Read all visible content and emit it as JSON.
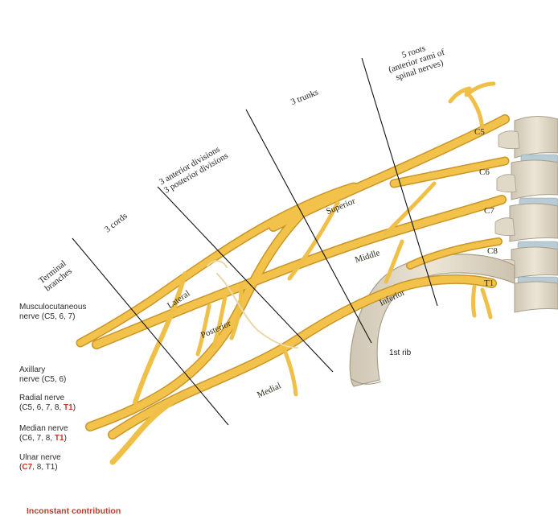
{
  "colors": {
    "nerve": "#f2c24a",
    "nerve_dark": "#c9962a",
    "bone": "#e4dccd",
    "bone_dark": "#b4a994",
    "disc": "#b9cbd4",
    "red": "#c0392b"
  },
  "sections": {
    "terminal": "Terminal branches",
    "cords": "3 cords",
    "divisions_line1": "3 anterior divisions",
    "divisions_line2": "3 posterior divisions",
    "trunks": "3 trunks",
    "roots_line1": "5 roots",
    "roots_line2": "(anterior rami of",
    "roots_line3": "spinal nerves)"
  },
  "roots": [
    "C5",
    "C6",
    "C7",
    "C8",
    "T1"
  ],
  "trunks": {
    "superior": "Superior",
    "middle": "Middle",
    "inferior": "Inferior"
  },
  "cords": {
    "lateral": "Lateral",
    "posterior": "Posterior",
    "medial": "Medial"
  },
  "rib": "1st rib",
  "terminal_branches": {
    "musculocutaneous": {
      "name": "Musculocutaneous",
      "line2": "nerve (C5, 6, 7)"
    },
    "axillary": {
      "name": "Axillary",
      "line2": "nerve (C5, 6)"
    },
    "radial": {
      "name": "Radial nerve",
      "prefix": "(C5, 6, 7,  8, ",
      "red": "T1",
      "suffix": ")"
    },
    "median": {
      "name": "Median nerve",
      "prefix": "(C6, 7,  8, ",
      "red": "T1",
      "suffix": ")"
    },
    "ulnar": {
      "name": "Ulnar nerve",
      "prefix": "(",
      "red": "C7",
      "suffix": ", 8, T1)"
    }
  },
  "note": "Inconstant contribution"
}
